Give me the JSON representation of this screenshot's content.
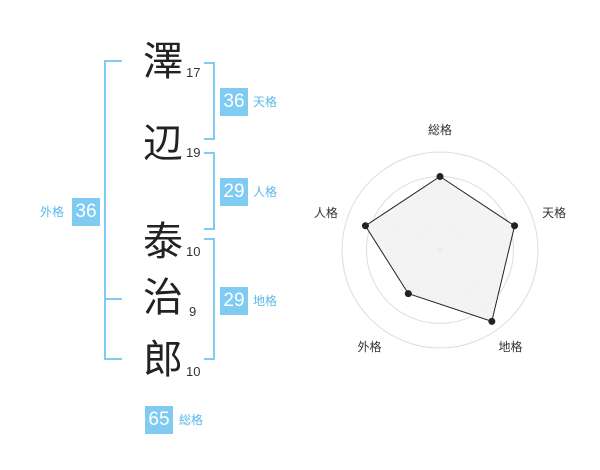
{
  "name": {
    "chars": [
      {
        "kanji": "澤",
        "strokes": "17"
      },
      {
        "kanji": "辺",
        "strokes": "19"
      },
      {
        "kanji": "泰",
        "strokes": "10"
      },
      {
        "kanji": "治",
        "strokes": "9"
      },
      {
        "kanji": "郎",
        "strokes": "10"
      }
    ]
  },
  "kakusu": {
    "tenkaku": {
      "value": "36",
      "label": "天格"
    },
    "jinkaku": {
      "value": "29",
      "label": "人格"
    },
    "chikaku": {
      "value": "29",
      "label": "地格"
    },
    "gaikaku": {
      "value": "36",
      "label": "外格"
    },
    "soukaku": {
      "value": "65",
      "label": "総格"
    }
  },
  "colors": {
    "accent": "#7fcbf2",
    "label": "#5bb8ea",
    "radar_fill": "#f2f2f2",
    "radar_ring": "#dddddd",
    "radar_line": "#222222"
  },
  "chart_data": {
    "type": "radar",
    "axes": [
      "総格",
      "天格",
      "地格",
      "外格",
      "人格"
    ],
    "values": [
      0.75,
      0.8,
      0.9,
      0.55,
      0.8
    ],
    "scale_max": 1,
    "rings": 4
  }
}
